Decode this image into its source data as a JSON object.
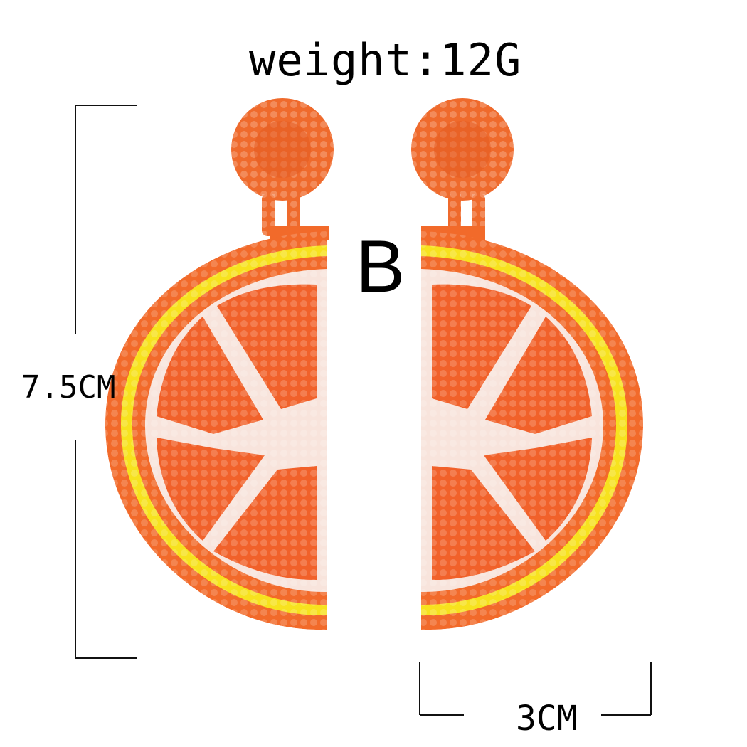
{
  "labels": {
    "weight": "weight:12G",
    "variant": "B",
    "height": "7.5CM",
    "width": "3CM"
  },
  "colors": {
    "peel": "#f26a2a",
    "yellow_ring": "#f7e21e",
    "pith": "#f8e4dc",
    "segment": "#f1612a",
    "bead_highlight": "#ffb08a",
    "stud": "#f0682c",
    "dimension_line": "#111111"
  },
  "icons": [
    "left-earring-icon",
    "right-earring-icon",
    "height-dimension-icon",
    "width-dimension-icon"
  ]
}
